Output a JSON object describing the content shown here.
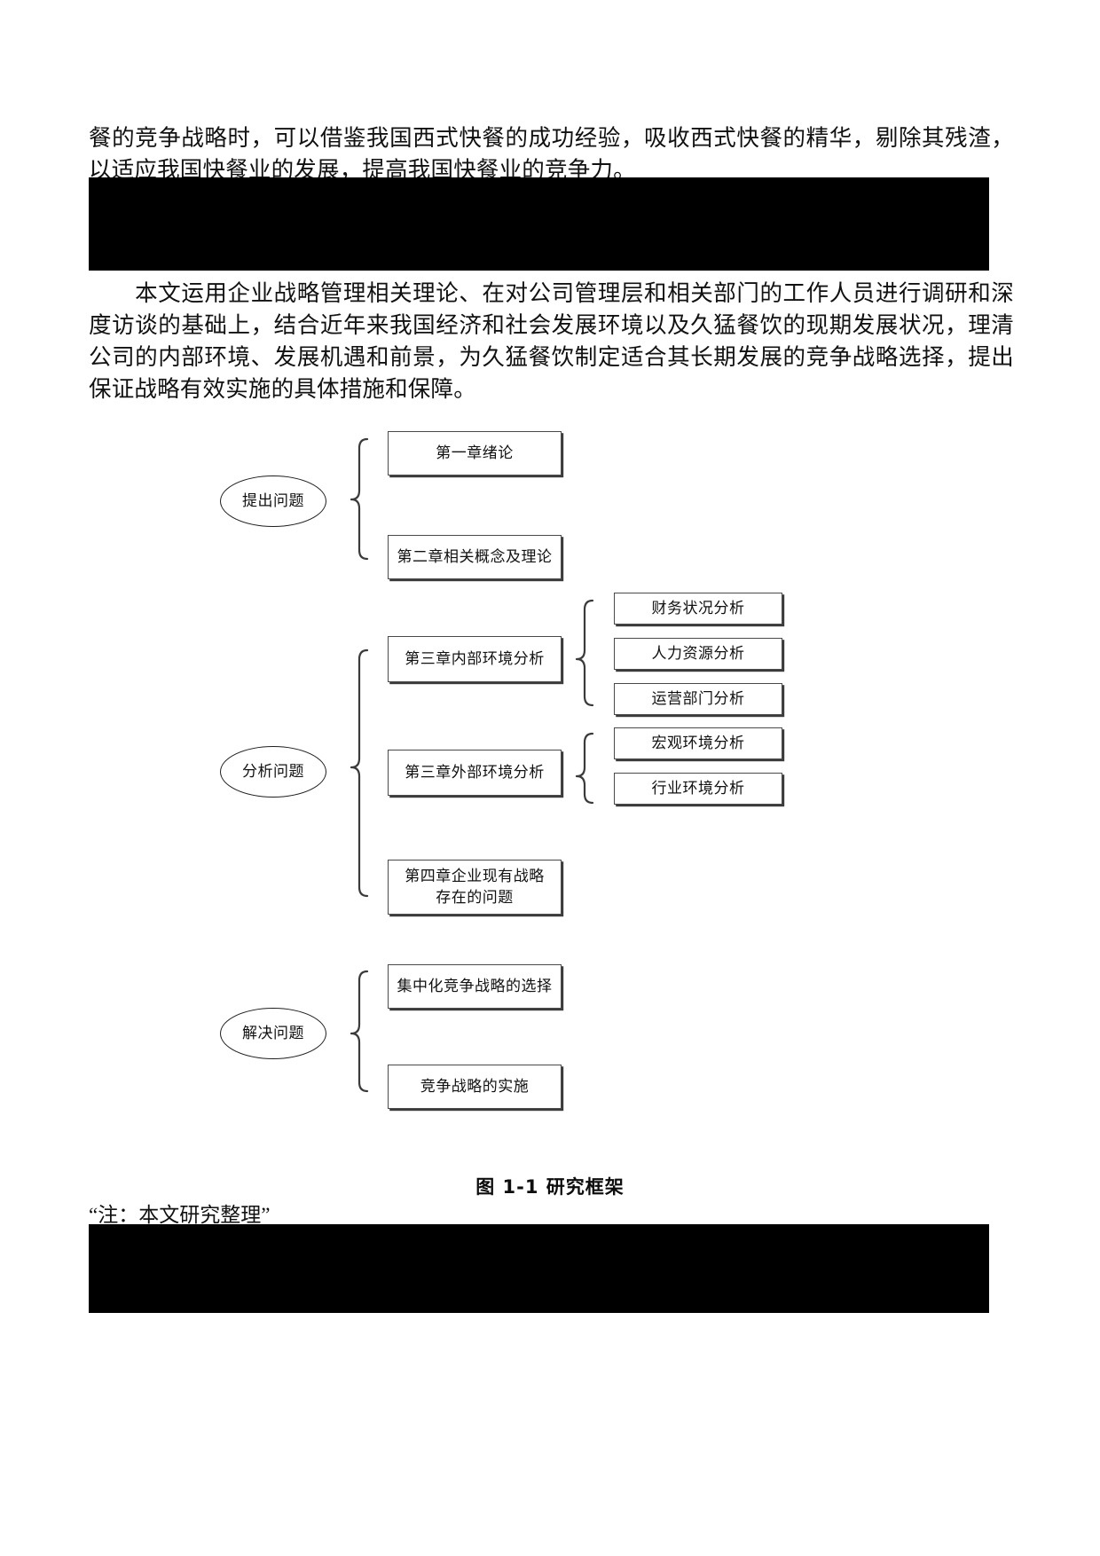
{
  "document": {
    "paragraphs": [
      {
        "id": "para-top",
        "text": "餐的竞争战略时，可以借鉴我国西式快餐的成功经验，吸收西式快餐的精华，剔除其残渣，以适应我国快餐业的发展，提高我国快餐业的竞争力。"
      },
      {
        "id": "para-mid",
        "text": "　　本文运用企业战略管理相关理论、在对公司管理层和相关部门的工作人员进行调研和深度访谈的基础上，结合近年来我国经济和社会发展环境以及久猛餐饮的现期发展状况，理清公司的内部环境、发展机遇和前景，为久猛餐饮制定适合其长期发展的竞争战略选择，提出保证战略有效实施的具体措施和保障。"
      }
    ],
    "redactions": [
      {
        "id": "redaction-1",
        "label": "redacted-block-upper"
      },
      {
        "id": "redaction-2",
        "label": "redacted-block-lower"
      }
    ],
    "figure": {
      "caption": "图 1-1 研究框架",
      "note": "“注：本文研究整理”"
    }
  },
  "diagram": {
    "stages": [
      {
        "id": "stage-1",
        "label": "提出问题"
      },
      {
        "id": "stage-2",
        "label": "分析问题"
      },
      {
        "id": "stage-3",
        "label": "解决问题"
      }
    ],
    "chapters": [
      {
        "id": "chapter-1",
        "label": "第一章绪论"
      },
      {
        "id": "chapter-2",
        "label": "第二章相关概念及理论"
      },
      {
        "id": "chapter-3-internal",
        "label": "第三章内部环境分析"
      },
      {
        "id": "chapter-3-external",
        "label": "第三章外部环境分析"
      },
      {
        "id": "chapter-4",
        "label": "第四章企业现有战略存在的问题"
      },
      {
        "id": "solution-1",
        "label": "集中化竞争战略的选择"
      },
      {
        "id": "solution-2",
        "label": "竞争战略的实施"
      }
    ],
    "internal_items": [
      {
        "id": "internal-1",
        "label": "财务状况分析"
      },
      {
        "id": "internal-2",
        "label": "人力资源分析"
      },
      {
        "id": "internal-3",
        "label": "运营部门分析"
      }
    ],
    "external_items": [
      {
        "id": "external-1",
        "label": "宏观环境分析"
      },
      {
        "id": "external-2",
        "label": "行业环境分析"
      }
    ]
  }
}
